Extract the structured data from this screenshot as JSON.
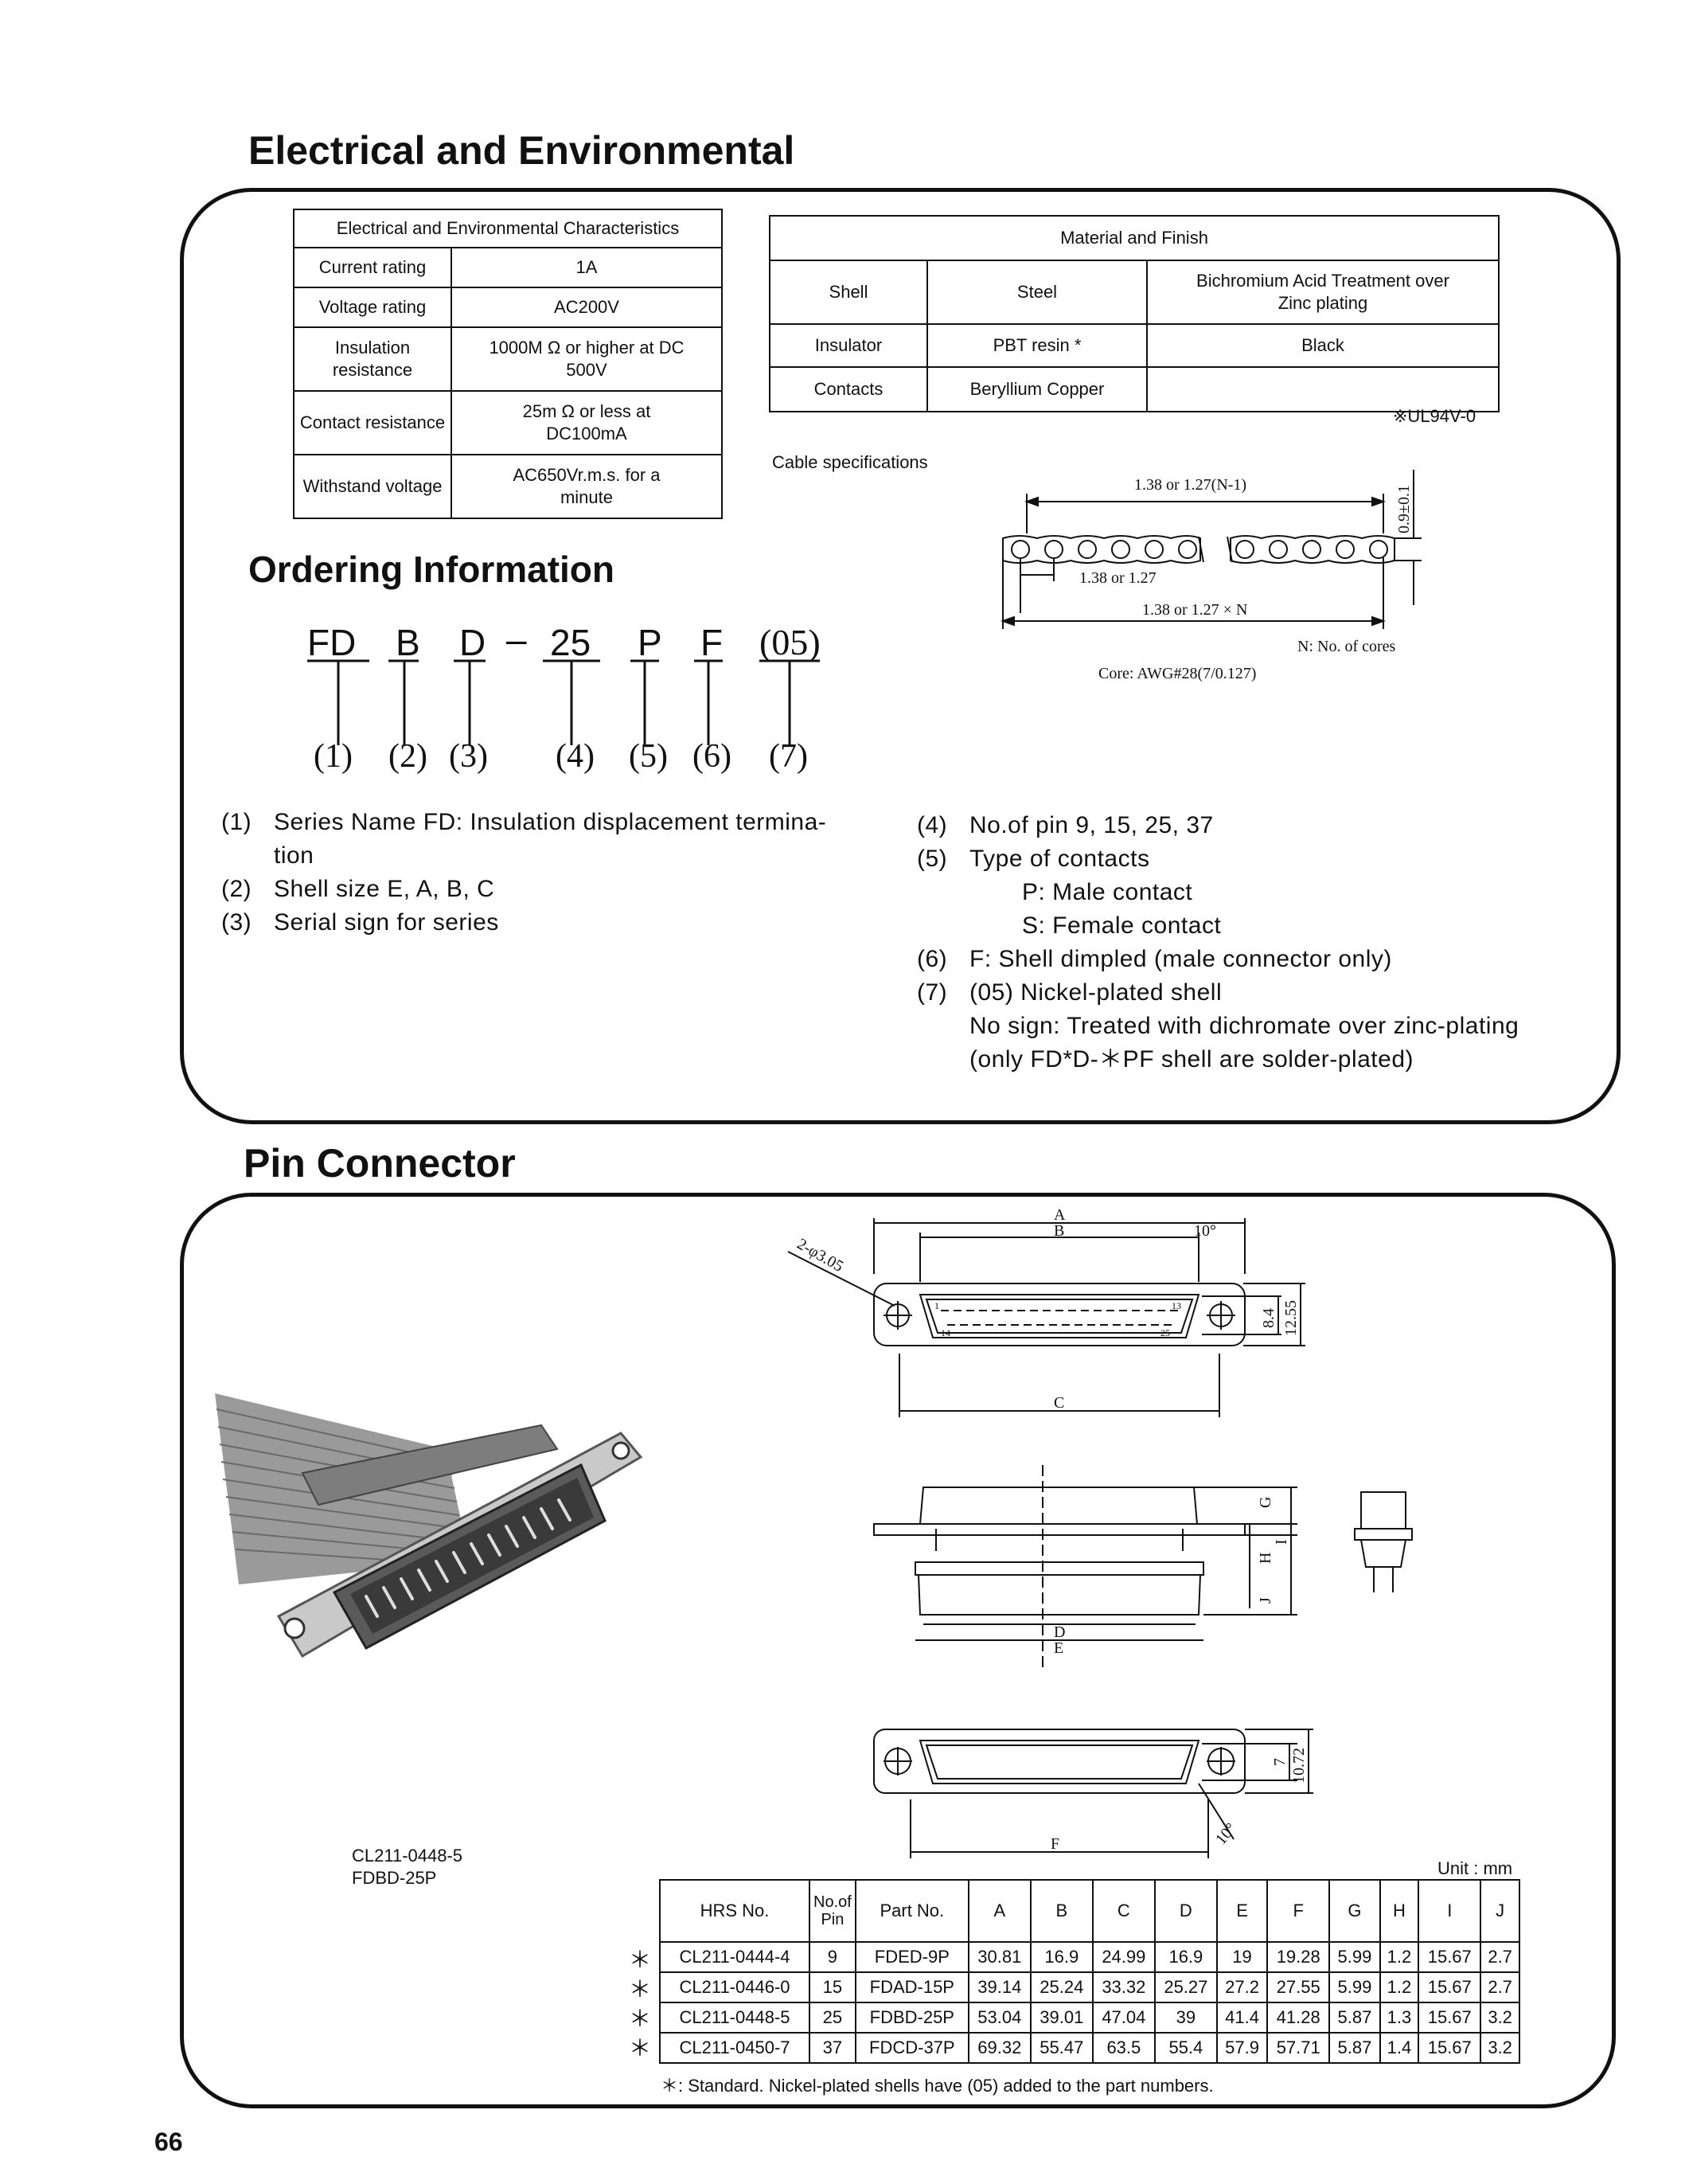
{
  "sections": {
    "electrical_title": "Electrical and Environmental",
    "ordering_title": "Ordering Information",
    "pin_title": "Pin Connector"
  },
  "elec_table": {
    "header": "Electrical and Environmental Characteristics",
    "rows": [
      {
        "label": "Current rating",
        "value": "1A"
      },
      {
        "label": "Voltage rating",
        "value": "AC200V"
      },
      {
        "label": "Insulation resistance",
        "value": "1000M Ω or higher at DC 500V"
      },
      {
        "label": "Contact resistance",
        "value": "25m Ω or less at DC100mA"
      },
      {
        "label": "Withstand voltage",
        "value": "AC650Vr.m.s. for a minute"
      }
    ]
  },
  "material_table": {
    "header": "Material and Finish",
    "rows": [
      {
        "part": "Shell",
        "material": "Steel",
        "finish": "Bichromium Acid Treatment over Zinc plating"
      },
      {
        "part": "Insulator",
        "material": "PBT resin *",
        "finish": "Black"
      },
      {
        "part": "Contacts",
        "material": "Beryllium Copper",
        "finish": ""
      }
    ],
    "footnote": "※UL94V-0"
  },
  "cable": {
    "title": "Cable specifications",
    "dim_pitch_top": "1.38 or 1.27(N-1)",
    "dim_pitch_single": "1.38 or 1.27",
    "dim_total": "1.38 or 1.27 × N",
    "dim_thickness": "0.9±0.1",
    "note_n": "N: No. of cores",
    "core": "Core: AWG#28(7/0.127)"
  },
  "ordering": {
    "codes": [
      "FD",
      "B",
      "D",
      "–",
      "25",
      "P",
      "F",
      "(05)"
    ],
    "numbers": [
      "(1)",
      "(2)",
      "(3)",
      "(4)",
      "(5)",
      "(6)",
      "(7)"
    ],
    "left": [
      {
        "num": "(1)",
        "text": "Series Name FD: Insulation displacement termina-"
      },
      {
        "num": "",
        "text": "tion"
      },
      {
        "num": "(2)",
        "text": "Shell size E, A, B, C"
      },
      {
        "num": "(3)",
        "text": "Serial sign for series"
      }
    ],
    "right": [
      {
        "num": "(4)",
        "text": "No.of pin  9, 15, 25, 37"
      },
      {
        "num": "(5)",
        "text": "Type of contacts"
      },
      {
        "num": "",
        "text": "P: Male contact",
        "indent": true
      },
      {
        "num": "",
        "text": "S: Female contact",
        "indent": true
      },
      {
        "num": "(6)",
        "text": "F: Shell dimpled (male connector only)"
      },
      {
        "num": "(7)",
        "text": "(05) Nickel-plated shell"
      },
      {
        "num": "",
        "text": "No sign: Treated with dichromate over zinc-plating"
      },
      {
        "num": "",
        "text": "(only FD*D-＊PF shell are solder-plated)"
      }
    ]
  },
  "pin_connector": {
    "photo_caption_1": "CL211-0448-5",
    "photo_caption_2": "FDBD-25P",
    "unit": "Unit : mm",
    "drawing_labels": {
      "A": "A",
      "B": "B",
      "C": "C",
      "D": "D",
      "E": "E",
      "F": "F",
      "G": "G",
      "H": "H",
      "I": "I",
      "J": "J",
      "hole": "2-φ3.05",
      "angle": "10°",
      "dim_84": "8.4",
      "dim_1255": "12.55",
      "dim_7": "7",
      "dim_1072": "10.72",
      "pin_1": "1",
      "pin_13": "13",
      "pin_14": "14",
      "pin_25": "25"
    },
    "table": {
      "headers": [
        "HRS No.",
        "No.of Pin",
        "Part No.",
        "A",
        "B",
        "C",
        "D",
        "E",
        "F",
        "G",
        "H",
        "I",
        "J"
      ],
      "rows": [
        [
          "CL211-0444-4",
          "9",
          "FDED-9P",
          "30.81",
          "16.9",
          "24.99",
          "16.9",
          "19",
          "19.28",
          "5.99",
          "1.2",
          "15.67",
          "2.7"
        ],
        [
          "CL211-0446-0",
          "15",
          "FDAD-15P",
          "39.14",
          "25.24",
          "33.32",
          "25.27",
          "27.2",
          "27.55",
          "5.99",
          "1.2",
          "15.67",
          "2.7"
        ],
        [
          "CL211-0448-5",
          "25",
          "FDBD-25P",
          "53.04",
          "39.01",
          "47.04",
          "39",
          "41.4",
          "41.28",
          "5.87",
          "1.3",
          "15.67",
          "3.2"
        ],
        [
          "CL211-0450-7",
          "37",
          "FDCD-37P",
          "69.32",
          "55.47",
          "63.5",
          "55.4",
          "57.9",
          "57.71",
          "5.87",
          "1.4",
          "15.67",
          "3.2"
        ]
      ],
      "row_marks": [
        "＊",
        "＊",
        "＊",
        "＊"
      ],
      "footnote": "＊: Standard. Nickel-plated shells have (05) added to the part numbers."
    }
  },
  "page_number": "66"
}
